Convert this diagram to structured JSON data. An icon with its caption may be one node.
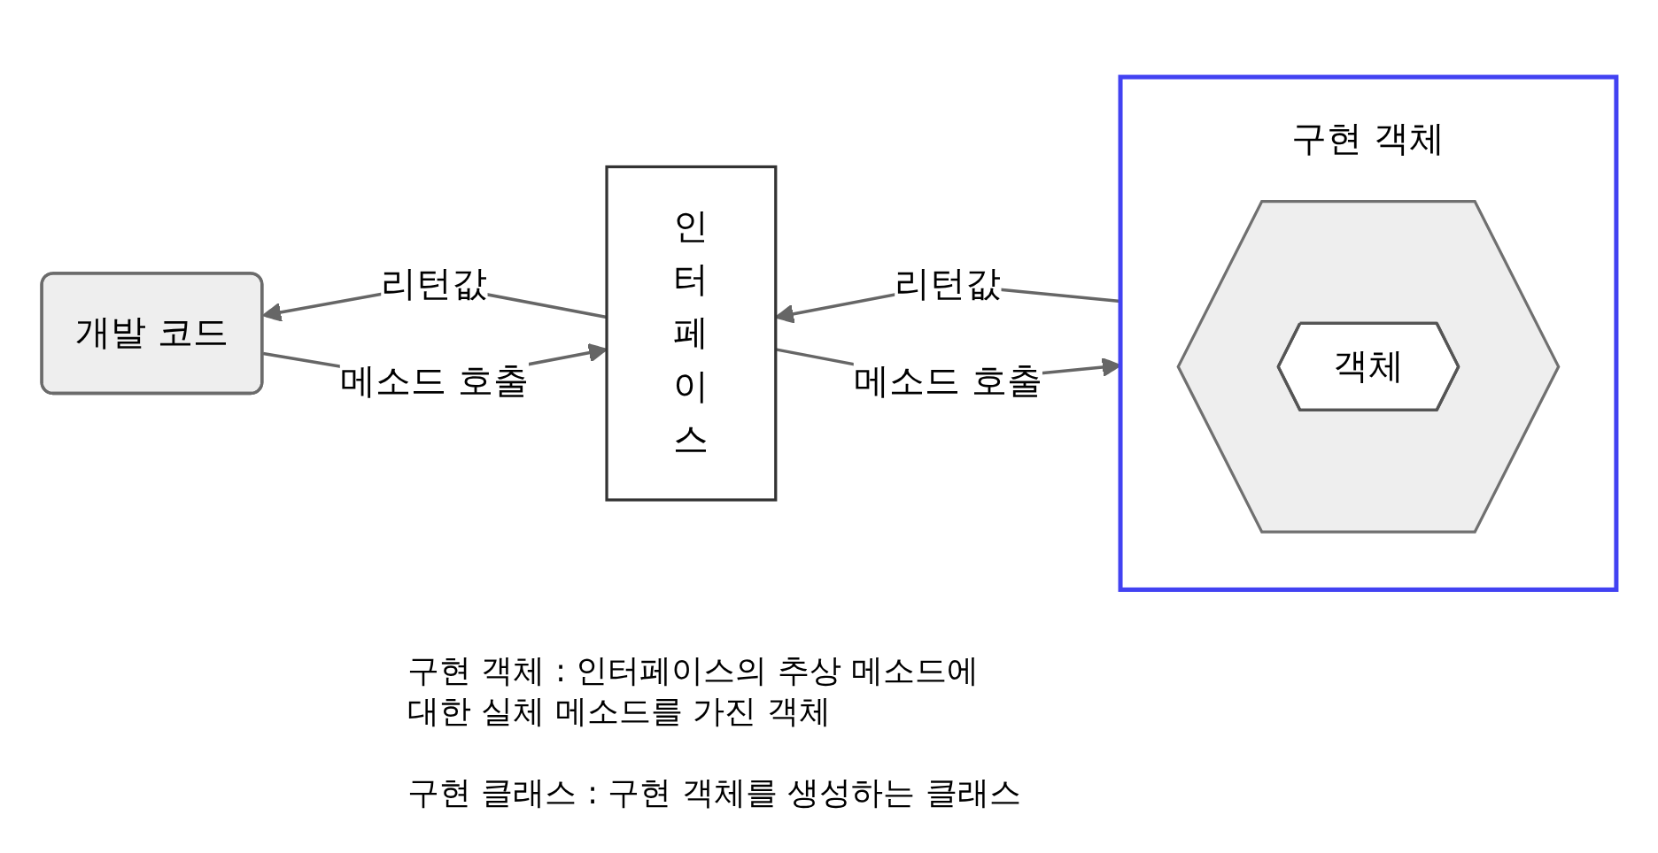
{
  "diagram": {
    "nodes": [
      {
        "text": [
          "개발 코드"
        ]
      },
      {
        "text": [
          "인터페이스"
        ]
      },
      {
        "text": [
          "구현 객체"
        ]
      },
      {
        "text": [],
        "shape": "hexagon",
        "in": 2
      },
      {
        "text": [
          "객체"
        ],
        "in": 3
      }
    ],
    "edges": [
      {
        "from": 0,
        "to": 1,
        "arrow": "to",
        "label": "메소드 호출"
      },
      {
        "from": 1,
        "to": 0,
        "arrow": "to",
        "label": "리턴값"
      },
      {
        "from": 1,
        "to": 2,
        "arrow": "to",
        "label": "메소드 호출"
      },
      {
        "from": 2,
        "to": 1,
        "arrow": "to",
        "label": "리턴값"
      }
    ],
    "labels": [
      "구현 객체 : 인터페이스의 추상 메소드에 대한 실체 메소드를 가진 객체",
      "구현 클래스 : 구현 객체를 생성하는 클래스"
    ]
  }
}
